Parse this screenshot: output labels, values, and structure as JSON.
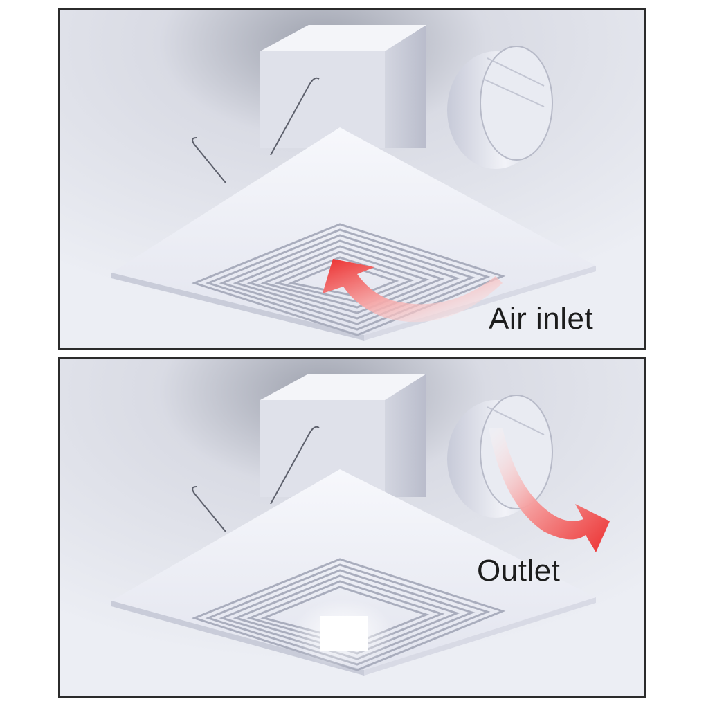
{
  "panels": {
    "top": {
      "caption": "Air inlet"
    },
    "bottom": {
      "caption": "Outlet"
    }
  },
  "colors": {
    "background": "#dfe1ea",
    "fan_body": "#f3f4f8",
    "arrow": "#ee3b3b",
    "frame_border": "#2b2b2b"
  },
  "icons": [
    "ceiling-exhaust-fan",
    "air-inlet-arrow",
    "outlet-arrow"
  ]
}
